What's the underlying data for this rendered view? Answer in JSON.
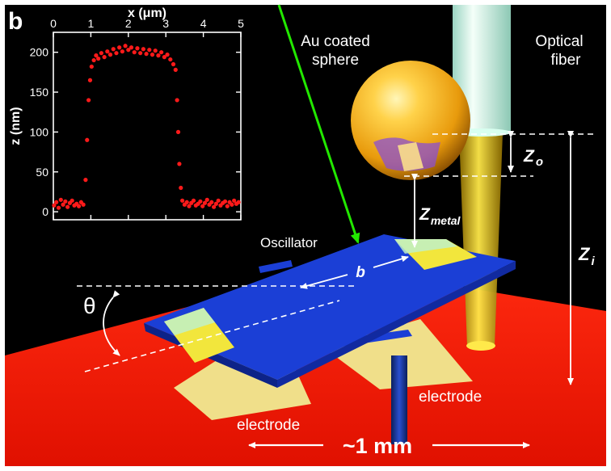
{
  "panel_letter": "b",
  "labels": {
    "sphere_line1": "Au coated",
    "sphere_line2": "sphere",
    "fiber_line1": "Optical",
    "fiber_line2": "fiber",
    "z_o_main": "Z",
    "z_o_sub": "o",
    "z_metal_main": "Z",
    "z_metal_sub": "metal",
    "z_i_main": "Z",
    "z_i_sub": "i",
    "oscillator": "Oscillator",
    "b_length": "b",
    "theta": "θ",
    "electrode_right": "electrode",
    "electrode_left": "electrode",
    "scale_bar": "~1 mm"
  },
  "colors": {
    "background": "#000000",
    "floor": "#ff1a0a",
    "plate": "#1b3fd6",
    "sphere": "#f3b31a",
    "fiber": "#c9eee0",
    "pointer_arrow": "#22e800",
    "data_points": "#ff1a1a"
  },
  "chart_data": {
    "type": "scatter",
    "title": "",
    "xlabel": "x (μm)",
    "ylabel": "z (nm)",
    "xlim": [
      0,
      5
    ],
    "ylim": [
      -10,
      225
    ],
    "xticks": [
      0,
      1,
      2,
      3,
      4,
      5
    ],
    "yticks": [
      0,
      50,
      100,
      150,
      200
    ],
    "grid": false,
    "series": [
      {
        "points": [
          [
            0.02,
            8
          ],
          [
            0.08,
            12
          ],
          [
            0.14,
            5
          ],
          [
            0.2,
            15
          ],
          [
            0.26,
            9
          ],
          [
            0.32,
            13
          ],
          [
            0.38,
            6
          ],
          [
            0.44,
            11
          ],
          [
            0.5,
            14
          ],
          [
            0.56,
            8
          ],
          [
            0.62,
            10
          ],
          [
            0.68,
            7
          ],
          [
            0.74,
            12
          ],
          [
            0.8,
            9
          ],
          [
            0.86,
            40
          ],
          [
            0.9,
            90
          ],
          [
            0.94,
            140
          ],
          [
            0.98,
            165
          ],
          [
            1.02,
            182
          ],
          [
            1.08,
            190
          ],
          [
            1.14,
            196
          ],
          [
            1.2,
            192
          ],
          [
            1.28,
            199
          ],
          [
            1.36,
            194
          ],
          [
            1.44,
            201
          ],
          [
            1.52,
            197
          ],
          [
            1.6,
            204
          ],
          [
            1.68,
            199
          ],
          [
            1.76,
            206
          ],
          [
            1.84,
            201
          ],
          [
            1.92,
            208
          ],
          [
            2.0,
            203
          ],
          [
            2.08,
            206
          ],
          [
            2.16,
            200
          ],
          [
            2.24,
            205
          ],
          [
            2.32,
            199
          ],
          [
            2.4,
            204
          ],
          [
            2.48,
            198
          ],
          [
            2.56,
            203
          ],
          [
            2.64,
            197
          ],
          [
            2.72,
            202
          ],
          [
            2.8,
            196
          ],
          [
            2.88,
            200
          ],
          [
            2.96,
            194
          ],
          [
            3.04,
            197
          ],
          [
            3.12,
            191
          ],
          [
            3.2,
            185
          ],
          [
            3.26,
            178
          ],
          [
            3.3,
            140
          ],
          [
            3.33,
            100
          ],
          [
            3.36,
            60
          ],
          [
            3.4,
            30
          ],
          [
            3.44,
            14
          ],
          [
            3.5,
            9
          ],
          [
            3.56,
            12
          ],
          [
            3.62,
            7
          ],
          [
            3.68,
            11
          ],
          [
            3.74,
            14
          ],
          [
            3.8,
            8
          ],
          [
            3.86,
            10
          ],
          [
            3.92,
            13
          ],
          [
            3.98,
            7
          ],
          [
            4.04,
            11
          ],
          [
            4.1,
            15
          ],
          [
            4.16,
            9
          ],
          [
            4.22,
            12
          ],
          [
            4.28,
            6
          ],
          [
            4.34,
            10
          ],
          [
            4.4,
            14
          ],
          [
            4.46,
            8
          ],
          [
            4.52,
            11
          ],
          [
            4.58,
            13
          ],
          [
            4.64,
            7
          ],
          [
            4.7,
            12
          ],
          [
            4.76,
            9
          ],
          [
            4.82,
            14
          ],
          [
            4.88,
            10
          ],
          [
            4.94,
            12
          ]
        ]
      }
    ]
  }
}
